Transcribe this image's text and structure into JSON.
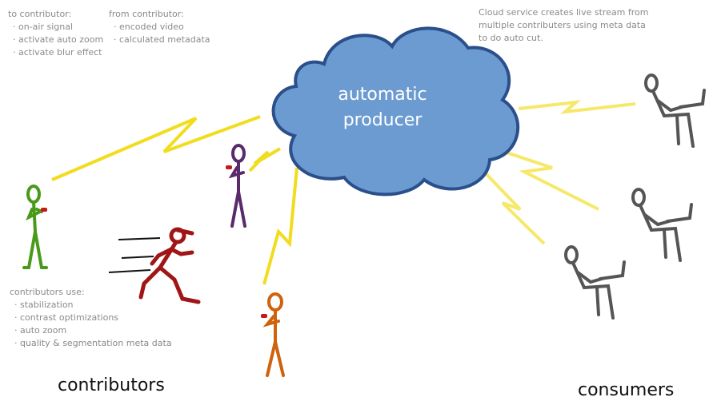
{
  "notes": {
    "to_contributor": {
      "heading": "to contributor:",
      "items": [
        "· on-air signal",
        "· activate auto zoom",
        "· activate blur effect"
      ]
    },
    "from_contributor": {
      "heading": "from contributor:",
      "items": [
        "· encoded video",
        "· calculated metadata"
      ]
    },
    "cloud_service": {
      "lines": [
        "Cloud service creates live stream from",
        "multiple contributers using meta data",
        "to do auto cut."
      ]
    },
    "contributors_use": {
      "heading": "contributors use:",
      "items": [
        "· stabilization",
        "· contrast optimizations",
        "· auto zoom",
        "· quality & segmentation meta data"
      ]
    }
  },
  "cloud": {
    "line1": "automatic",
    "line2": "producer",
    "fill": "#6b9bd0",
    "stroke": "#2a4f8a"
  },
  "labels": {
    "contributors": "contributors",
    "consumers": "consumers"
  },
  "colors": {
    "link": "#f2dc1e",
    "link_faded": "#f6e86a",
    "contributor_green": "#4a9a1a",
    "contributor_red": "#a01616",
    "contributor_purple": "#5a2a6a",
    "contributor_orange": "#d0620e",
    "consumer_gray": "#555555",
    "phone_red": "#c41a1a"
  }
}
